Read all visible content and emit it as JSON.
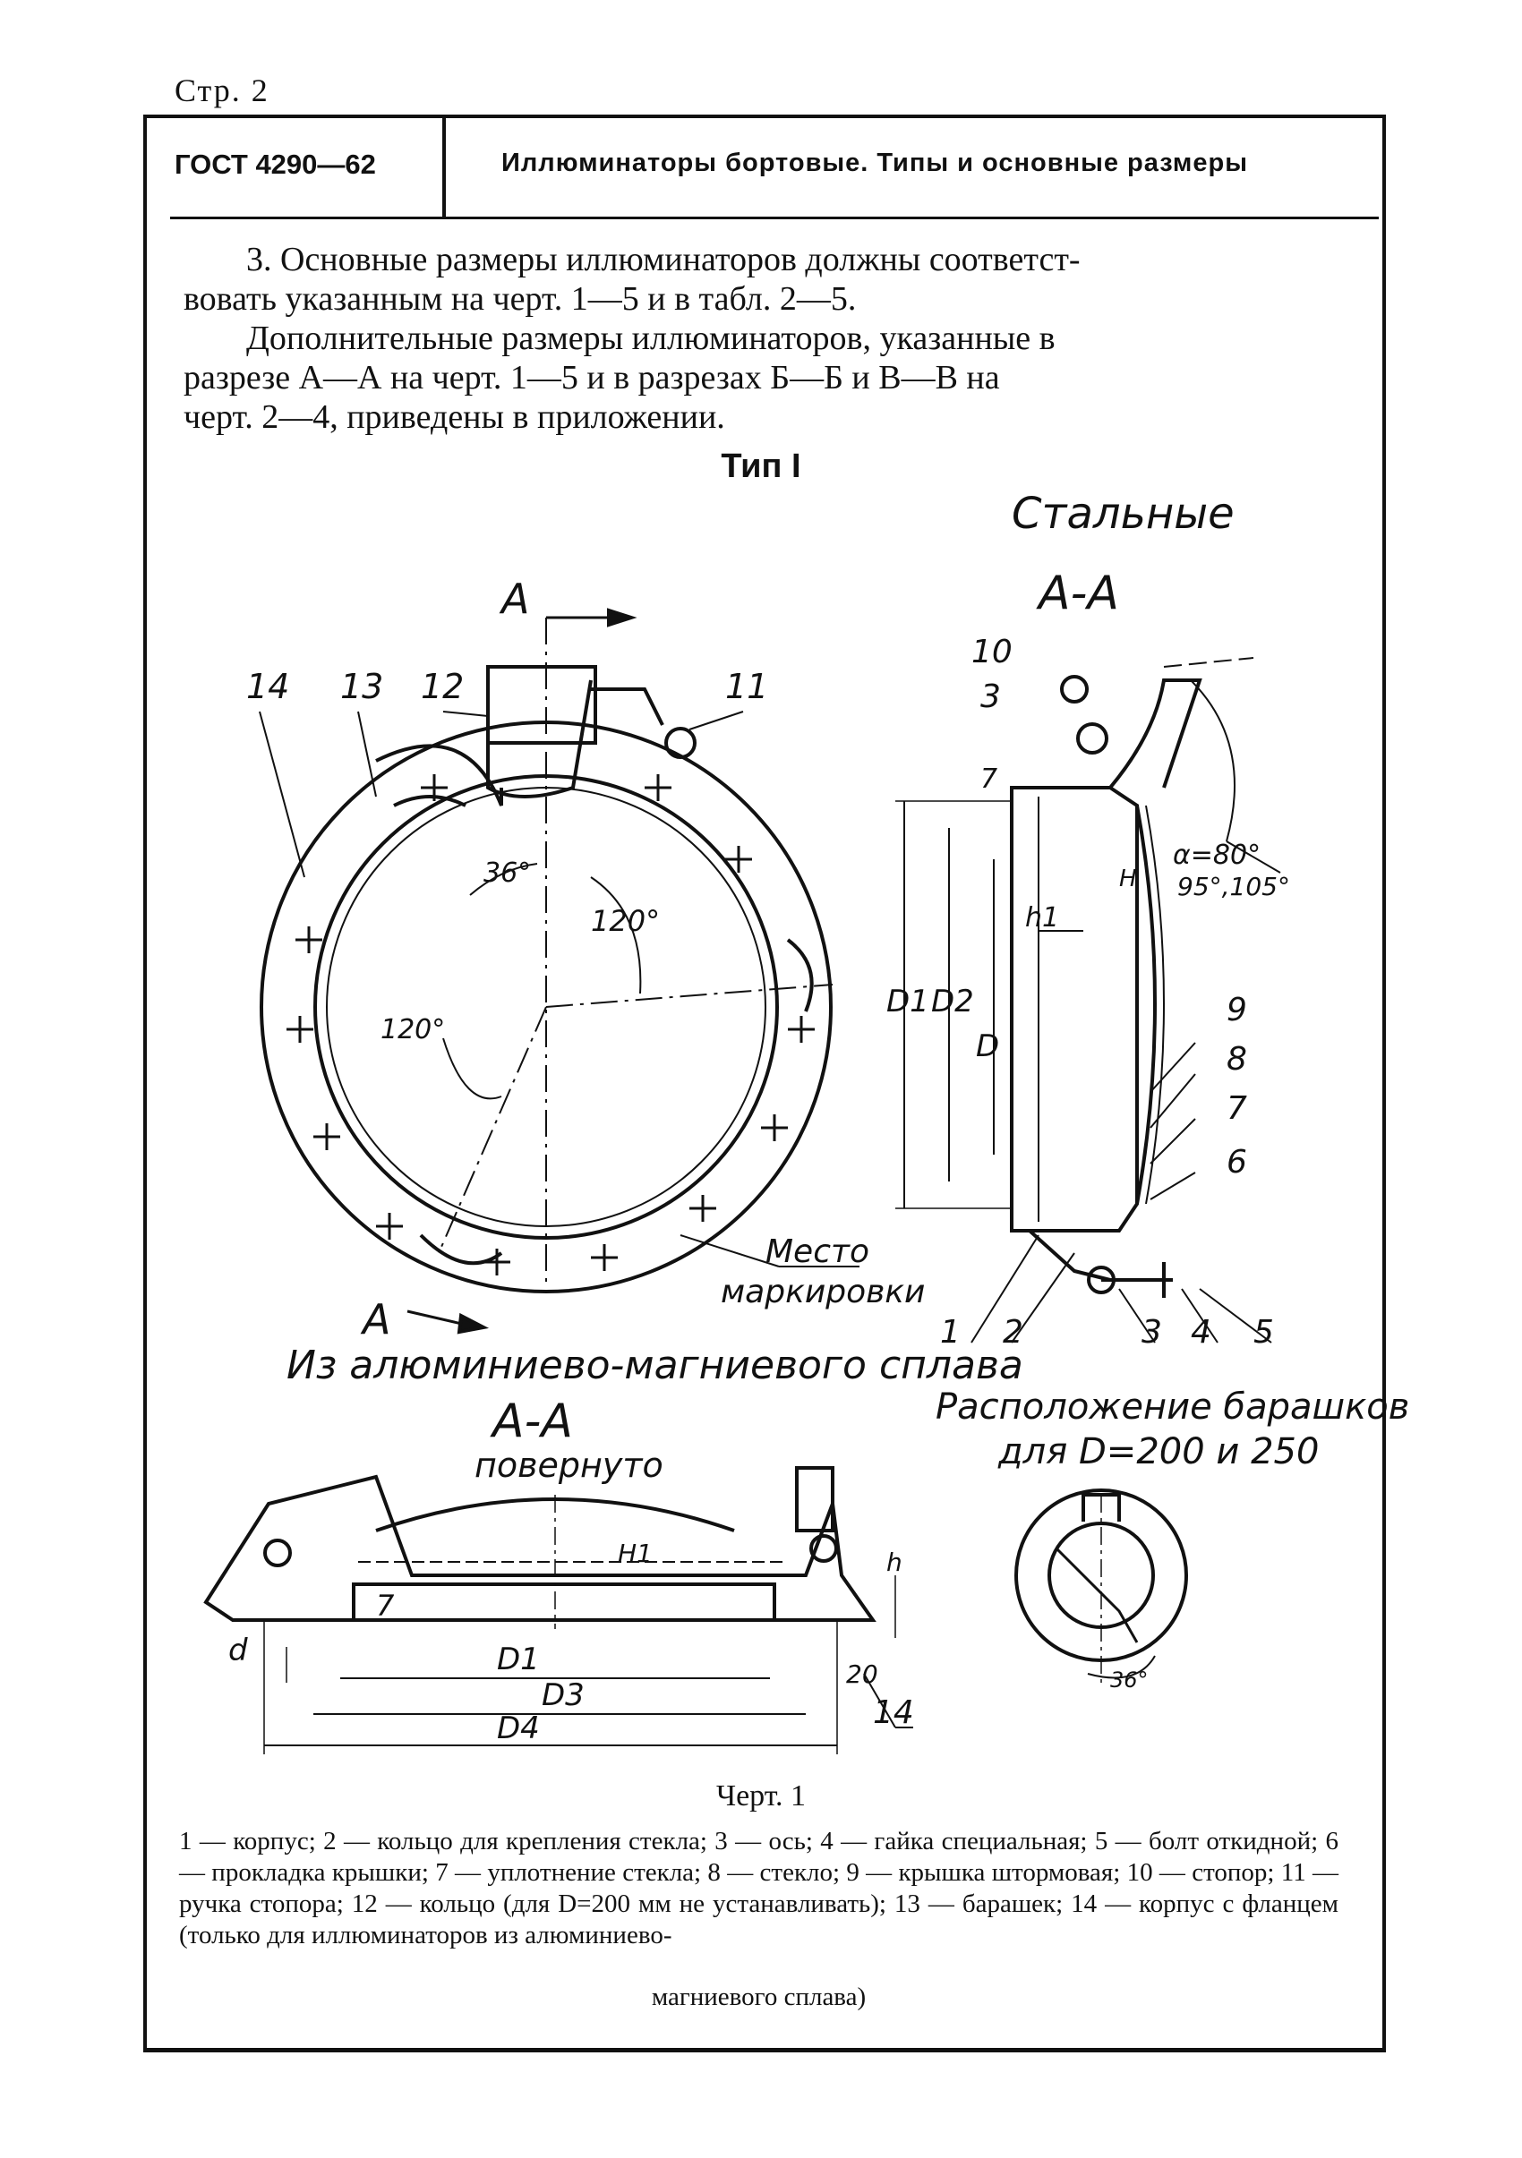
{
  "header": {
    "page_number": "Стр. 2",
    "doc_code": "ГОСТ 4290—62",
    "doc_title": "Иллюминаторы бортовые. Типы и основные размеры"
  },
  "body": {
    "para1_l1": "3. Основные размеры иллюминаторов должны соответст-",
    "para1_l2": "вовать указанным на черт. 1—5 и в табл. 2—5.",
    "para2_l1": "Дополнительные размеры иллюминаторов, указанные в",
    "para2_l2": "разрезе А—А на черт. 1—5 и в разрезах Б—Б и В—В на",
    "para2_l3": "черт. 2—4, приведены в приложении.",
    "type_heading": "Тип I"
  },
  "drawing": {
    "steel_label": "Стальные",
    "section_aa": "А-А",
    "section_aa_rotated": "А-А",
    "rotated_label": "повернуто",
    "alloy_label": "Из алюминиево-магниевого сплава",
    "wing_layout_l1": "Расположение барашков",
    "wing_layout_l2": "для D=200 и 250",
    "marking_l1": "Место",
    "marking_l2": "маркировки",
    "cut_label": "А",
    "angle_36": "36°",
    "angle_120": "120°",
    "angle_alpha": "α=80°",
    "angle_95": "95°,105°",
    "dims": {
      "D": "D",
      "D1": "D1",
      "D2": "D2",
      "D3": "D3",
      "D4": "D4",
      "h": "h",
      "h1": "h1",
      "H": "H",
      "H1": "H1",
      "d": "d",
      "seven": "7",
      "twenty": "20"
    },
    "callouts_plan": [
      "14",
      "13",
      "12",
      "11"
    ],
    "callouts_section": [
      "10",
      "3",
      "9",
      "8",
      "7",
      "6",
      "1",
      "2",
      "3",
      "4",
      "5"
    ],
    "callout_flange": "14"
  },
  "caption": "Черт. 1",
  "legend": {
    "text": "1 — корпус; 2 — кольцо для крепления стекла; 3 — ось; 4 — гайка специальная; 5 — болт откидной; 6 — прокладка крышки; 7 — уплотнение стекла; 8 — стекло; 9 — крышка штормовая; 10 — стопор; 11 — ручка стопора; 12 — кольцо (для D=200 мм не устанавливать); 13 — барашек; 14 — корпус с фланцем (только для иллюминаторов из алюминиево-",
    "last": "магниевого сплава)"
  }
}
